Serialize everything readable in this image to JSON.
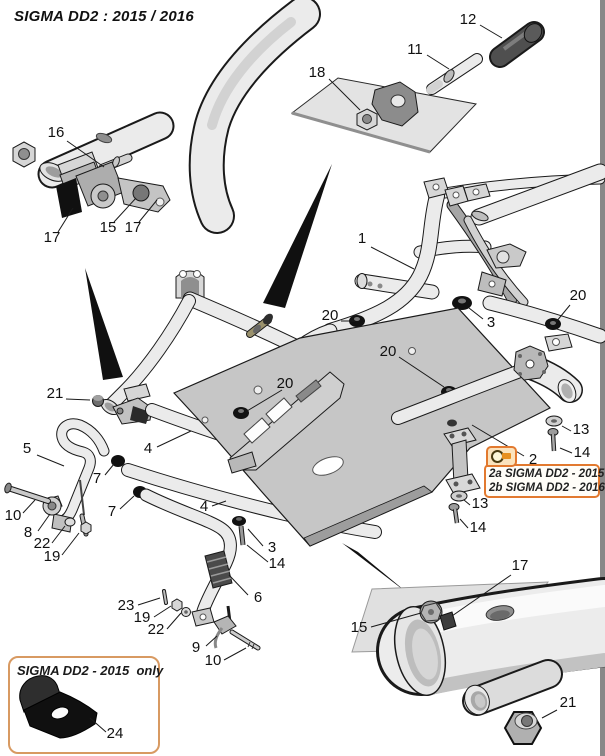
{
  "title": "SIGMA DD2 : 2015 / 2016",
  "labels": {
    "n1": "1",
    "n2": "2",
    "n3": "3",
    "n4": "4",
    "n5": "5",
    "n6": "6",
    "n7": "7",
    "n8": "8",
    "n9": "9",
    "n10": "10",
    "n11": "11",
    "n12": "12",
    "n13": "13",
    "n14": "14",
    "n15": "15",
    "n16": "16",
    "n17": "17",
    "n18": "18",
    "n19": "19",
    "n20": "20",
    "n21": "21",
    "n22": "22",
    "n23": "23",
    "n24": "24"
  },
  "note_box": {
    "line1": "2a SIGMA DD2 - 2015",
    "line2": "2b SIGMA DD2 - 2016",
    "icon": "magnifier-photo-icon"
  },
  "variant_box": {
    "label": "SIGMA DD2 - 2015  only"
  },
  "colors": {
    "accent_orange": "#e2792f",
    "variant_border_tan": "#d89a62",
    "badge_fill": "#fbe3bd",
    "drawing_outline": "#1a1a1a",
    "tube_fill": "#ebebeb",
    "floor_pan": "#c6c6c6",
    "black_part": "#101010"
  }
}
